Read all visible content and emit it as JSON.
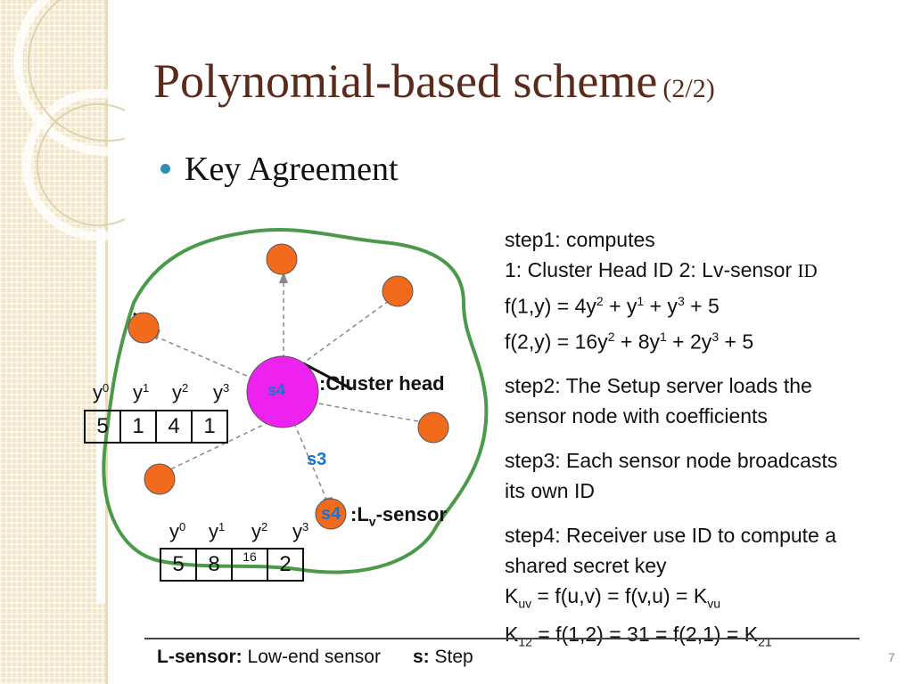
{
  "title": {
    "main": "Polynomial-based scheme",
    "sub": "(2/2)"
  },
  "bullet": "Key Agreement",
  "diagram": {
    "cluster_head_node": "s4",
    "cluster_head_label": ":Cluster head",
    "step3_label": "s3",
    "lv_node": "s4",
    "lv_label_prefix": ":L",
    "lv_label_sub": "v",
    "lv_label_suffix": "-sensor",
    "table1": {
      "headers": [
        "y",
        "y",
        "y",
        "y"
      ],
      "exps": [
        "0",
        "1",
        "2",
        "3"
      ],
      "values": [
        "5",
        "1",
        "4",
        "1"
      ]
    },
    "table2": {
      "headers": [
        "y",
        "y",
        "y",
        "y"
      ],
      "exps": [
        "0",
        "1",
        "2",
        "3"
      ],
      "values": [
        "5",
        "8",
        "16",
        "2"
      ]
    }
  },
  "steps": {
    "s1_line1": "step1: computes",
    "s1_line2a": "1: Cluster Head ID   2: Lv-sensor ",
    "s1_line2b": "ID",
    "f1": [
      "f(1,y) = 4y",
      "2",
      " + y",
      "1",
      " + y",
      "3",
      "  + 5"
    ],
    "f2": [
      "f(2,y) = 16y",
      "2",
      " + 8y",
      "1",
      " + 2y",
      "3",
      " + 5"
    ],
    "s2_line1": "step2: The Setup server loads the",
    "s2_line2": "sensor node with coefficients",
    "s3_line1": "step3: Each sensor node broadcasts",
    "s3_line2": "its own ID",
    "s4_line1": "step4: Receiver use ID to compute a",
    "s4_line2": "shared secret key",
    "k1": [
      "K",
      "uv",
      " = f(u,v) = f(v,u) = K",
      "vu"
    ],
    "k2": [
      "K",
      "12",
      " = f(1,2) = 31 = f(2,1) = K",
      "21"
    ]
  },
  "footer": {
    "l_bold": "L-sensor:",
    "l_text": " Low-end sensor",
    "s_bold": "s:",
    "s_text": " Step"
  },
  "page_number": "7",
  "colors": {
    "title": "#5a2a1a",
    "bullet": "#2f8fb0",
    "outline": "#4a9a4a",
    "node": "#f26b1d",
    "head": "#ee22ee",
    "label_blue": "#1a74c9"
  }
}
